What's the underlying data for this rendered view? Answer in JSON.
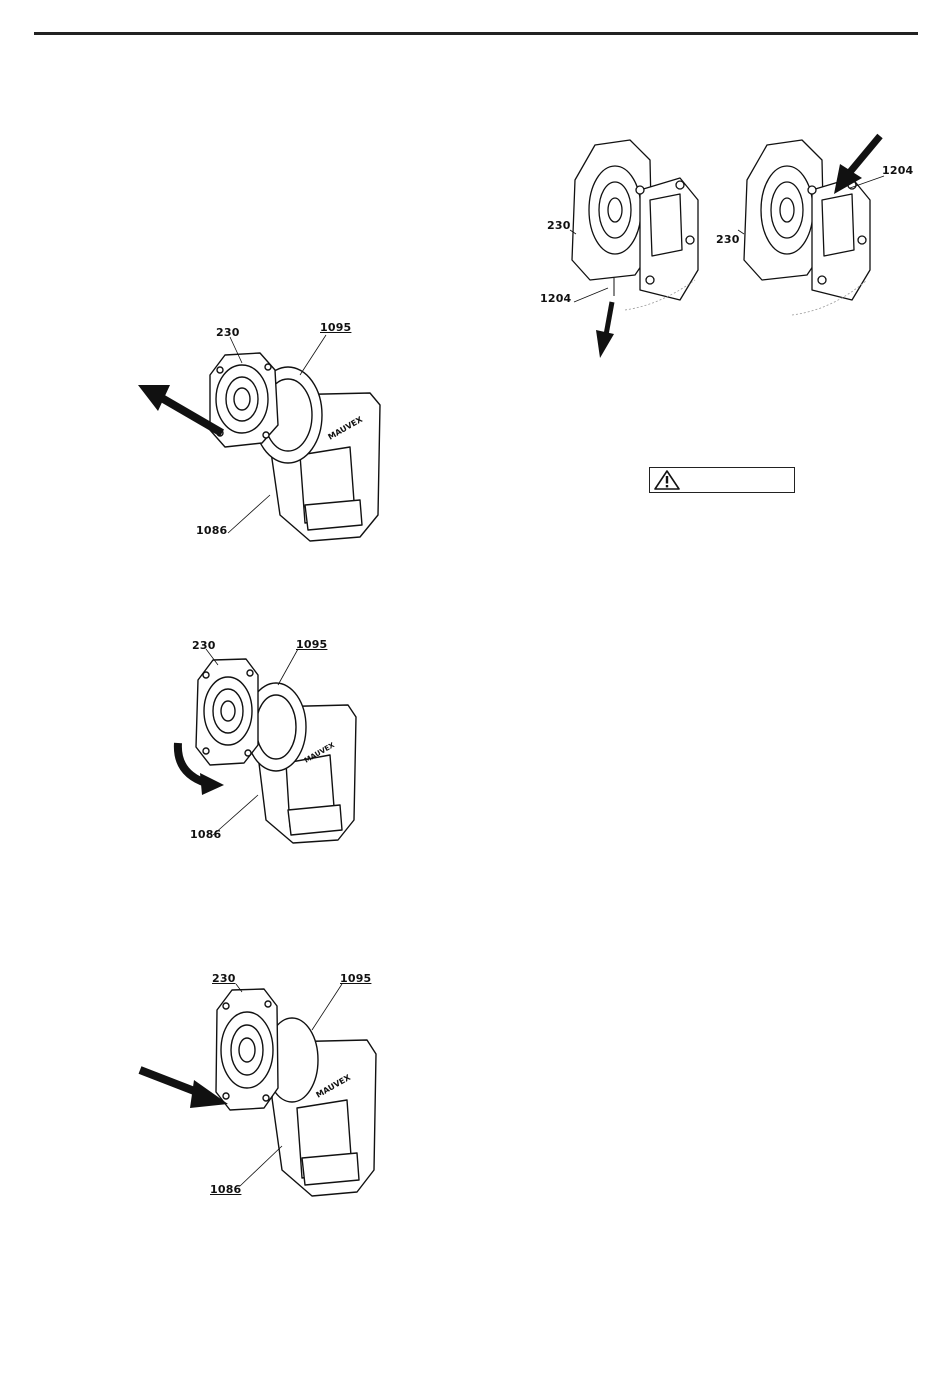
{
  "figures": [
    {
      "id": "fig-1",
      "labels": {
        "housing": "230",
        "plate": "1095",
        "body": "1086"
      },
      "arrow": "straight-out"
    },
    {
      "id": "fig-2",
      "labels": {
        "housing": "230",
        "plate": "1095",
        "body": "1086"
      },
      "arrow": "curved-rotate"
    },
    {
      "id": "fig-3",
      "labels": {
        "housing": "230",
        "plate": "1095",
        "body": "1086"
      },
      "arrow": "straight-in"
    },
    {
      "id": "fig-4a",
      "labels": {
        "housing": "230",
        "pin": "1204"
      },
      "arrow": "straight-down"
    },
    {
      "id": "fig-4b",
      "labels": {
        "housing": "230",
        "pin": "1204"
      },
      "arrow": "straight-in-diagonal"
    }
  ],
  "warning_box": {
    "icon": "warning-triangle-icon",
    "text": ""
  },
  "colors": {
    "line": "#111111",
    "background": "#ffffff"
  }
}
